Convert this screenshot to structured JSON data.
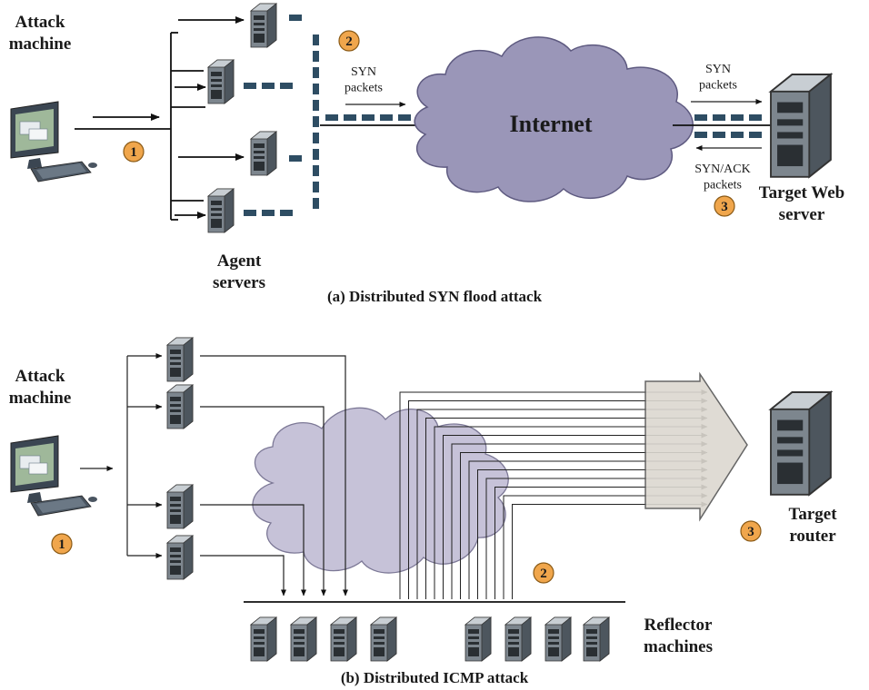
{
  "part_a": {
    "attack_machine": "Attack\nmachine",
    "agent_servers": "Agent\nservers",
    "syn_packets_left": "SYN\npackets",
    "internet": "Internet",
    "syn_packets_right": "SYN\npackets",
    "synack_packets": "SYN/ACK\npackets",
    "target": "Target Web\nserver",
    "caption": "(a) Distributed SYN flood attack",
    "step1": "1",
    "step2": "2",
    "step3": "3"
  },
  "part_b": {
    "attack_machine": "Attack\nmachine",
    "target": "Target\nrouter",
    "reflectors": "Reflector\nmachines",
    "caption": "(b) Distributed ICMP attack",
    "step1": "1",
    "step2": "2",
    "step3": "3"
  },
  "colors": {
    "cloud_a": "#9a96b8",
    "cloud_b": "#c6c2d8",
    "packet": "#2e4d63",
    "step_badge": "#f0a64c"
  }
}
